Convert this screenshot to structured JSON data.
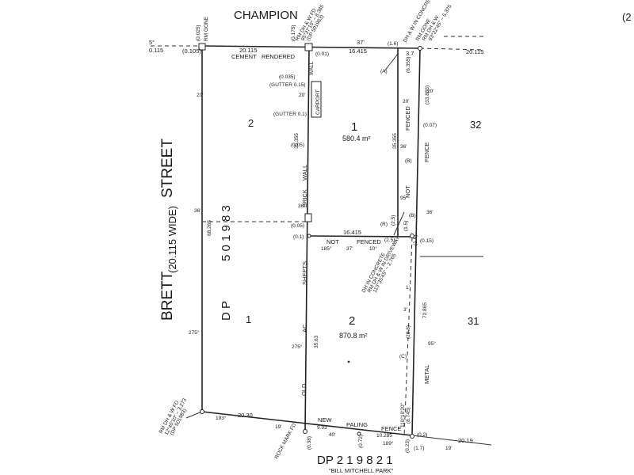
{
  "streets": {
    "champion": "CHAMPION",
    "brett": "BRETT",
    "street_word": "STREET",
    "brett_width": "(20.115 WIDE)",
    "bill_mitchell": "\"BILL MITCHELL PARK\""
  },
  "plans": {
    "dp_219821": "DP 2 1 9 8 2 1",
    "dp_501983": "5 0 1 9 8 3",
    "dp_letters": "D P"
  },
  "lots": {
    "lot1_number": "1",
    "lot1_area": "580.4 m²",
    "lot2_number": "2",
    "lot2_area": "870.8 m²",
    "adj_lot_2": "2",
    "adj_lot_1": "1",
    "adj_lot_32": "32",
    "adj_lot_31": "31"
  },
  "top_boundary": {
    "left_dim": "5°",
    "left_len": "0.115",
    "offset_left": "(0.105)",
    "gone_offset": "(0.025)",
    "rm_gone": "RM GONE",
    "len_20115": "20.115",
    "cement": "CEMENT",
    "rendered": "RENDERED",
    "offset_001": "(0.01)",
    "len_16415": "16.415",
    "deg_37": "37'",
    "offset_16": "(1.6)",
    "len_37": "3.7",
    "right_len": "20.115",
    "rm_dh_fd": "RM DH & W FD",
    "rm_dh_fd_bearing": "95°37'10\" ~ 8.385",
    "rm_dh_fd_dp": "(DP 501983)",
    "offset_0175": "(0.175)",
    "dh_w_concrete": "DH & W IN CONCRETE",
    "rm_gone_r": "RM GONE",
    "rm_dh_w": "RM DH & W",
    "rm_dh_w_bearing": "93°22'45\" ~ 5.375",
    "wall_label": "WALL",
    "top_right_frag": "(2"
  },
  "lot1_labels": {
    "offset_0035": "(0.035)",
    "gutter_015": "(GUTTER 0.15)",
    "gutter_01": "(GUTTER 0.1)",
    "carport": "CARPORT",
    "len_20a": "20'",
    "len_20b": "20'",
    "len_20c": "20'",
    "len_20d": "20'",
    "len_35355": "35.355",
    "len_35355b": "35.355",
    "offset_005": "(0.05)",
    "offset_005b": "(0.05)",
    "wall": "WALL",
    "brick": "BRICK",
    "deg_36": "36'",
    "deg_36b": "36'",
    "deg_36c": "36'",
    "fenced": "FENCED",
    "not": "NOT",
    "fence": "FENCE",
    "offset_6355": "(6.355)",
    "offset_33855": "(33.855)",
    "offset_007": "(0.07)",
    "marker_a": "(A)",
    "marker_b": "(B)",
    "deg_95": "95°"
  },
  "mid_boundary": {
    "offset_01": "(0.1)",
    "len_16415": "16.415",
    "not": "NOT",
    "fenced": "FENCED",
    "deg_185": "185°",
    "deg_37": "37'",
    "deg_10": "10°",
    "marker_r": "(R)",
    "offset_25": "(2.5)",
    "offset_25b": "(2.5)",
    "offset_15": "(1.5)",
    "offset_15b": "(1.5)",
    "marker_b2": "(B)",
    "offset_015": "(0.15)",
    "dh_concrete": "DH IN CONCRETE",
    "rm_dh_driveway": "RM DH & W IN DRIVEWAY",
    "bearing_113": "113°35'45\" ~ 2.765"
  },
  "left_boundary": {
    "deg_20": "20'",
    "deg_36": "36'",
    "len_68265": "68.265",
    "deg_275": "275°",
    "deg_275b": "275°"
  },
  "lot2_labels": {
    "sheets": "SHEETS",
    "ac": "AC",
    "old": "OLD",
    "len_3563": "35.63",
    "len_72865": "72.865",
    "offset_288": "(28.8)",
    "marker_c": "(C)",
    "deg_95": "95°",
    "metal": "METAL",
    "dim_1": "1'",
    "dim_3": "3'",
    "bearing_110": "110°10'20\"",
    "offset_8745": "(8.745)"
  },
  "bottom_boundary": {
    "deg_193": "193°",
    "len_2030": "20.30",
    "deg_19": "19'",
    "new": "NEW",
    "paling": "PALING",
    "fence": "FENCE",
    "len_993": "9.93",
    "len_10285": "10.285",
    "deg_40": "40'",
    "deg_189": "189°",
    "offset_072": "(0.72)",
    "offset_038": "(0.38)",
    "offset_02": "(0.2)",
    "offset_023": "(0.23)",
    "offset_17": "(1.7)",
    "len_2019": "20.19",
    "deg_19b": "19'",
    "rm_dh_fd": "RM DH & W FD",
    "rm_bearing": "12°40'10\" ~ 3.273",
    "rm_dp": "(DP 501983)",
    "rock_mark": "ROCK MARK FD"
  }
}
